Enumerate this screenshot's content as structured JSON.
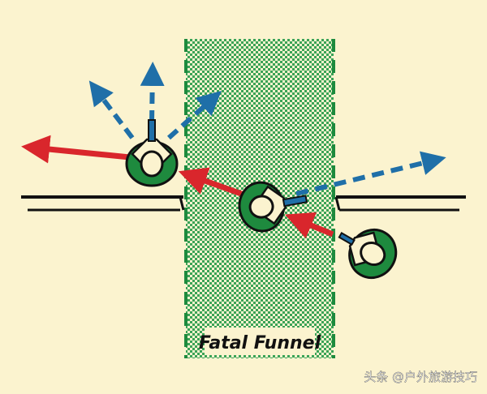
{
  "funnel": {
    "label": "Fatal Funnel",
    "fill_color": "#2f9a4f",
    "border_color": "#1d8a3d"
  },
  "colors": {
    "background": "#fbf3cf",
    "danger_arrow": "#d9262c",
    "scan_arrow": "#1f6fa8",
    "figure_green": "#1e8a3e",
    "outline": "#111111",
    "wall": "#111111"
  },
  "figures": [
    {
      "id": "left",
      "role": "entered-operator"
    },
    {
      "id": "center",
      "role": "operator-in-funnel"
    },
    {
      "id": "right",
      "role": "operator-approaching"
    }
  ],
  "watermark": {
    "text": "头条 @户外旅游技巧"
  }
}
